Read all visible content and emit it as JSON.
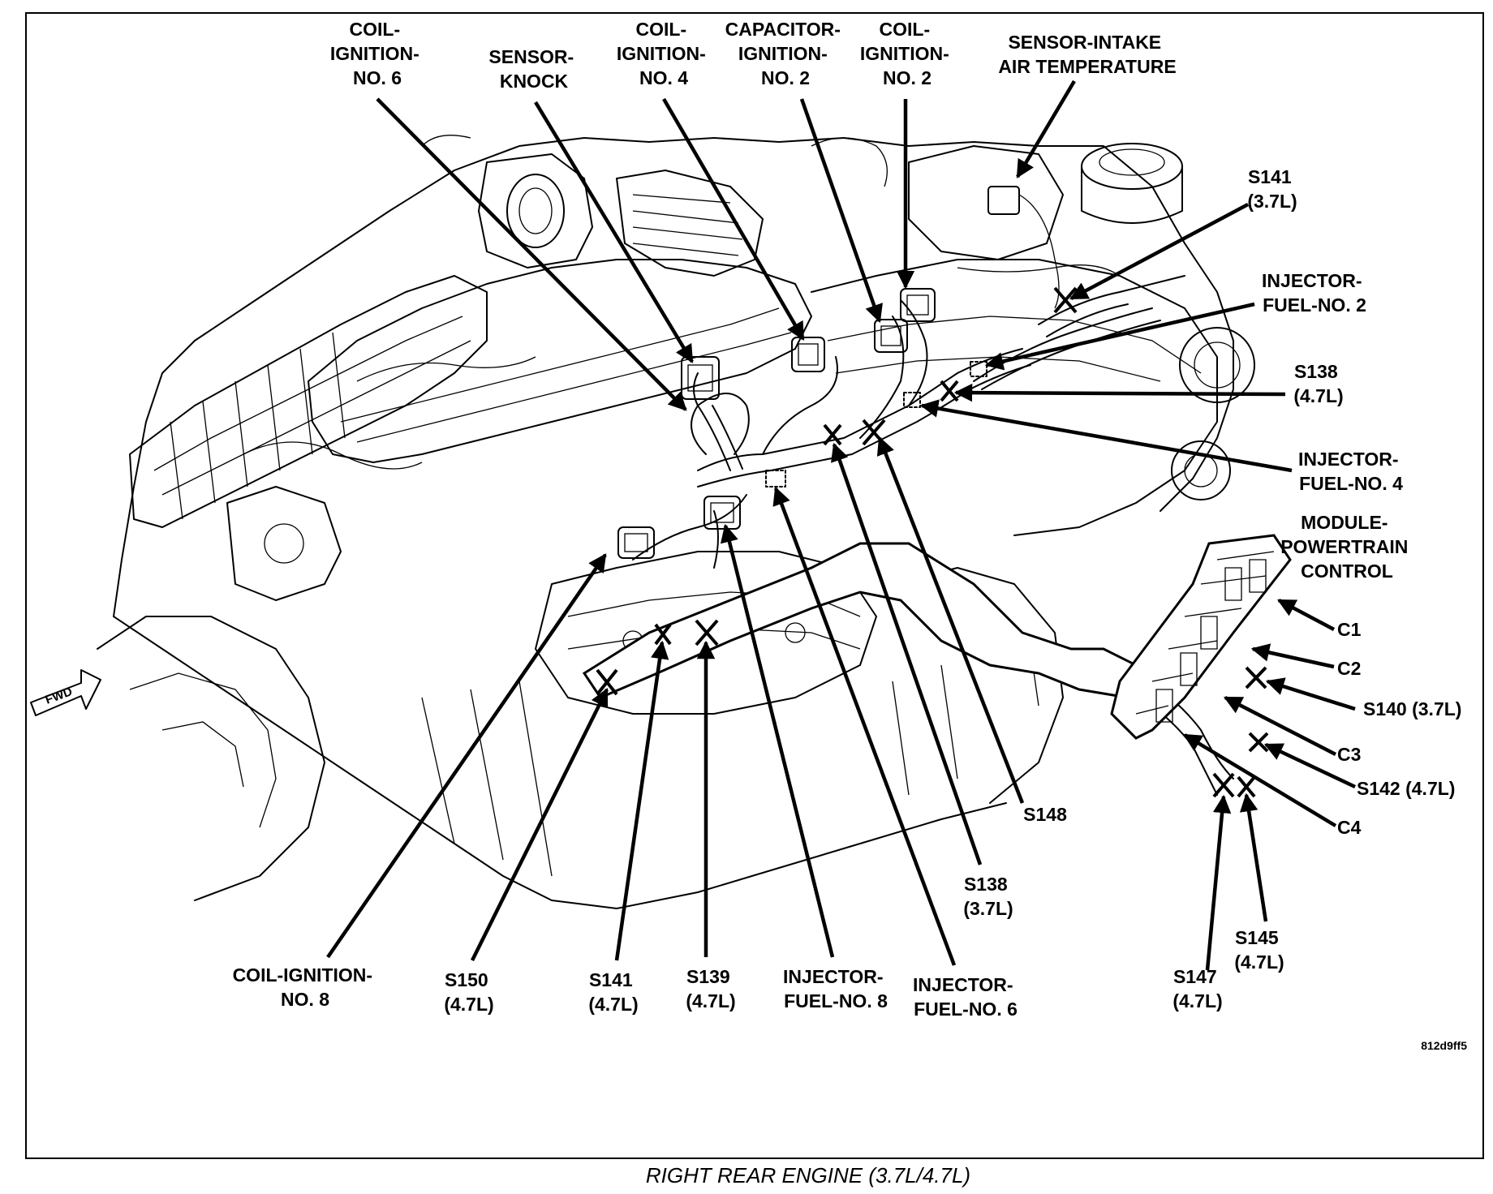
{
  "caption": "RIGHT REAR ENGINE (3.7L/4.7L)",
  "figure_code": "812d9ff5",
  "fwd_label": "FWD",
  "labels": {
    "coil_ignition_6": [
      "COIL-",
      "IGNITION-",
      "NO. 6"
    ],
    "sensor_knock": [
      "SENSOR-",
      "KNOCK"
    ],
    "coil_ignition_4": [
      "COIL-",
      "IGNITION-",
      "NO. 4"
    ],
    "capacitor_ignition_2": [
      "CAPACITOR-",
      "IGNITION-",
      "NO. 2"
    ],
    "coil_ignition_2": [
      "COIL-",
      "IGNITION-",
      "NO. 2"
    ],
    "sensor_iat": [
      "SENSOR-INTAKE",
      "AIR TEMPERATURE"
    ],
    "s141_37": [
      "S141",
      "(3.7L)"
    ],
    "injector_fuel_2": [
      "INJECTOR-",
      "FUEL-NO. 2"
    ],
    "s138_47": [
      "S138",
      "(4.7L)"
    ],
    "injector_fuel_4": [
      "INJECTOR-",
      "FUEL-NO. 4"
    ],
    "pcm": [
      "MODULE-",
      "POWERTRAIN",
      "CONTROL"
    ],
    "c1": [
      "C1"
    ],
    "c2": [
      "C2"
    ],
    "s140": [
      "S140 (3.7L)"
    ],
    "c3": [
      "C3"
    ],
    "s142": [
      "S142 (4.7L)"
    ],
    "c4": [
      "C4"
    ],
    "s148": [
      "S148"
    ],
    "s138_37": [
      "S138",
      "(3.7L)"
    ],
    "s145": [
      "S145",
      "(4.7L)"
    ],
    "s147": [
      "S147",
      "(4.7L)"
    ],
    "coil_ignition_8": [
      "COIL-IGNITION-",
      "NO. 8"
    ],
    "s150": [
      "S150",
      "(4.7L)"
    ],
    "s141_47": [
      "S141",
      "(4.7L)"
    ],
    "s139": [
      "S139",
      "(4.7L)"
    ],
    "injector_fuel_8": [
      "INJECTOR-",
      "FUEL-NO. 8"
    ],
    "injector_fuel_6": [
      "INJECTOR-",
      "FUEL-NO. 6"
    ]
  }
}
